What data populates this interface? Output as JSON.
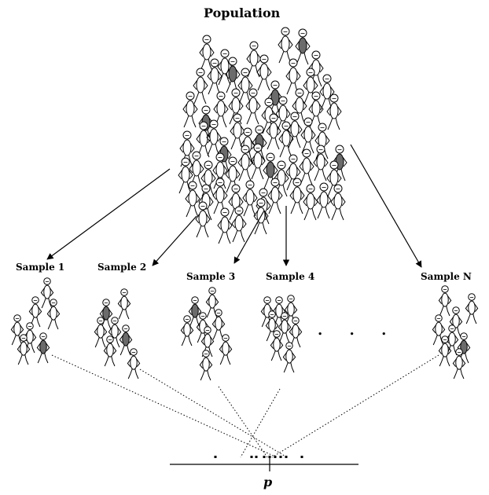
{
  "title": "Population",
  "samples": [
    {
      "label": "Sample 1"
    },
    {
      "label": "Sample 2"
    },
    {
      "label": "Sample 3"
    },
    {
      "label": "Sample 4"
    },
    {
      "label": "Sample N"
    }
  ],
  "ellipsis": ". . .",
  "axis_label": "p",
  "colors": {
    "line": "#000000",
    "figure": "#ffffff",
    "highlight": "#6b6b6b",
    "dotted": "#000000"
  }
}
